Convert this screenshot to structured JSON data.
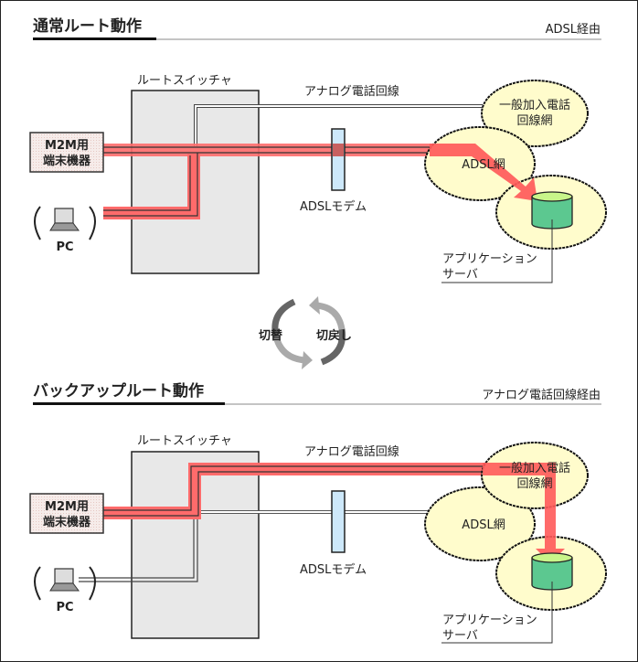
{
  "sections": [
    {
      "title": "通常ルート動作",
      "subtitle": "ADSL経由",
      "switch_label": "ルートスイッチャ",
      "analog_line_label": "アナログ電話回線",
      "modem_label": "ADSLモデム",
      "device_label_line1": "M2M用",
      "device_label_line2": "端末機器",
      "pc_label": "PC",
      "pstn_label_line1": "一般加入電話",
      "pstn_label_line2": "回線網",
      "adsl_net_label": "ADSL網",
      "server_label_line1": "アプリケーション",
      "server_label_line2": "サーバ",
      "active_route": "ADSL"
    },
    {
      "title": "バックアップルート動作",
      "subtitle": "アナログ電話回線経由",
      "switch_label": "ルートスイッチャ",
      "analog_line_label": "アナログ電話回線",
      "modem_label": "ADSLモデム",
      "device_label_line1": "M2M用",
      "device_label_line2": "端末機器",
      "pc_label": "PC",
      "pstn_label_line1": "一般加入電話",
      "pstn_label_line2": "回線網",
      "adsl_net_label": "ADSL網",
      "server_label_line1": "アプリケーション",
      "server_label_line2": "サーバ",
      "active_route": "analog"
    }
  ],
  "switching": {
    "switch_label": "切替",
    "switchback_label": "切戻し"
  },
  "colors": {
    "route_highlight": "#ff5a5a",
    "switch_box": "#e8e8e8",
    "modem": "#cde8fa",
    "cloud": "#fffccc",
    "server": "#5cc890",
    "server_top": "#c8f58a",
    "device_box": "#f3e6e3"
  }
}
